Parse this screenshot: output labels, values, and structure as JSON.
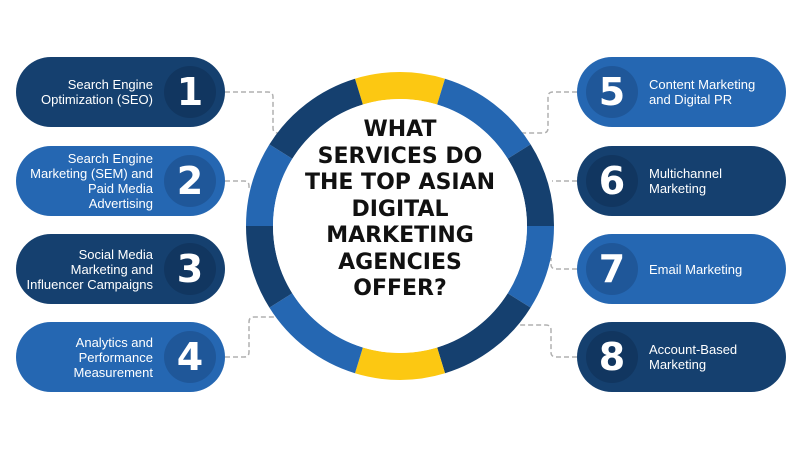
{
  "title": "WHAT SERVICES DO THE TOP ASIAN DIGITAL MARKETING AGENCIES OFFER?",
  "colors": {
    "dark": "#15406f",
    "light": "#2567b2",
    "accent": "#fcc812",
    "connector": "#b0b0b0"
  },
  "services": [
    {
      "number": "1",
      "label": "Search Engine Optimization (SEO)",
      "tone": "dark"
    },
    {
      "number": "2",
      "label": "Search Engine Marketing (SEM) and Paid Media Advertising",
      "tone": "light"
    },
    {
      "number": "3",
      "label": "Social Media Marketing and Influencer Campaigns",
      "tone": "dark"
    },
    {
      "number": "4",
      "label": "Analytics and Performance Measurement",
      "tone": "light"
    },
    {
      "number": "5",
      "label": "Content Marketing and Digital PR",
      "tone": "light"
    },
    {
      "number": "6",
      "label": "Multichannel Marketing",
      "tone": "dark"
    },
    {
      "number": "7",
      "label": "Email Marketing",
      "tone": "light"
    },
    {
      "number": "8",
      "label": "Account-Based Marketing",
      "tone": "dark"
    }
  ]
}
